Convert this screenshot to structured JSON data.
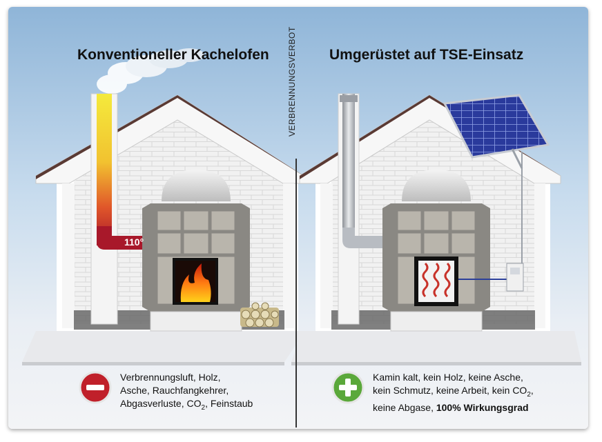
{
  "left": {
    "title": "Konventioneller Kachelofen",
    "temperature": "110°",
    "caption_lines": [
      "Verbrennungsluft, Holz,",
      "Asche, Rauchfangkehrer,",
      "Abgasverluste, CO",
      ", Feinstaub"
    ],
    "caption_sub": "2",
    "icon": "minus-icon"
  },
  "right": {
    "title": "Umgerüstet auf TSE-Einsatz",
    "caption_lines": [
      "Kamin kalt, kein Holz, keine Asche,",
      "kein Schmutz, keine Arbeit, kein CO",
      ",",
      "keine Abgase, "
    ],
    "caption_sub": "2",
    "caption_bold": "100% Wirkungsgrad",
    "icon": "plus-icon"
  },
  "divider_label": "VERBRENNUNGSVERBOT",
  "colors": {
    "minus_red": "#c0202a",
    "plus_green": "#5aa83a",
    "chimney_yellow": "#f2e33a",
    "chimney_red": "#b01a20",
    "solar_blue": "#2b3f9a"
  }
}
